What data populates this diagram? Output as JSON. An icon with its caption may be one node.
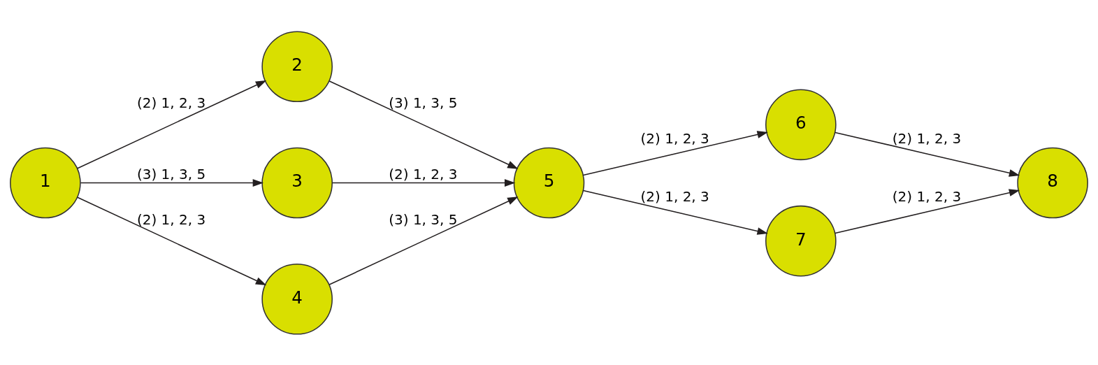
{
  "diagram": {
    "nodes": [
      {
        "text": [
          "1"
        ]
      },
      {
        "text": [
          "2"
        ]
      },
      {
        "text": [
          "3"
        ]
      },
      {
        "text": [
          "4"
        ]
      },
      {
        "text": [
          "5"
        ]
      },
      {
        "text": [
          "6"
        ]
      },
      {
        "text": [
          "7"
        ]
      },
      {
        "text": [
          "8"
        ]
      }
    ],
    "edges": [
      {
        "from": 0,
        "to": 1,
        "arrow": "to",
        "label": "(2) 1, 2, 3"
      },
      {
        "from": 0,
        "to": 2,
        "arrow": "to",
        "label": "(3) 1, 3, 5"
      },
      {
        "from": 0,
        "to": 3,
        "arrow": "to",
        "label": "(2) 1, 2, 3"
      },
      {
        "from": 1,
        "to": 4,
        "arrow": "to",
        "label": "(3) 1, 3, 5"
      },
      {
        "from": 2,
        "to": 4,
        "arrow": "to",
        "label": "(2) 1, 2, 3"
      },
      {
        "from": 3,
        "to": 4,
        "arrow": "to",
        "label": "(3) 1, 3, 5"
      },
      {
        "from": 4,
        "to": 5,
        "arrow": "to",
        "label": "(2) 1, 2, 3"
      },
      {
        "from": 4,
        "to": 6,
        "arrow": "to",
        "label": "(2) 1, 2, 3"
      },
      {
        "from": 5,
        "to": 7,
        "arrow": "to",
        "label": "(2) 1, 2, 3"
      },
      {
        "from": 6,
        "to": 7,
        "arrow": "to",
        "label": "(2) 1, 2, 3"
      }
    ]
  }
}
